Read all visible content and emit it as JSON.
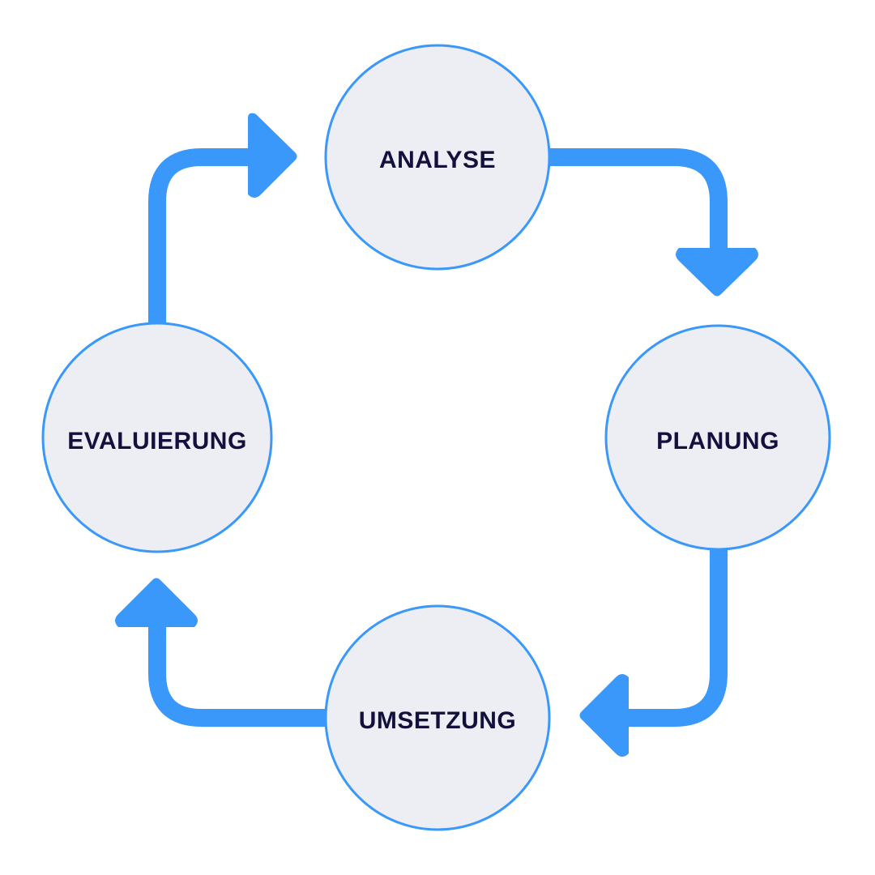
{
  "diagram": {
    "stages": [
      {
        "id": "analyse",
        "label": "ANALYSE"
      },
      {
        "id": "planung",
        "label": "PLANUNG"
      },
      {
        "id": "umsetzung",
        "label": "UMSETZUNG"
      },
      {
        "id": "evaluierung",
        "label": "EVALUIERUNG"
      }
    ],
    "flow": [
      {
        "from": "analyse",
        "to": "planung"
      },
      {
        "from": "planung",
        "to": "umsetzung"
      },
      {
        "from": "umsetzung",
        "to": "evaluierung"
      },
      {
        "from": "evaluierung",
        "to": "analyse"
      }
    ],
    "colors": {
      "arrow": "#3a98fb",
      "circle_fill": "#eceef4",
      "circle_stroke": "#3a98fb",
      "label_text": "#14103d",
      "background": "#ffffff"
    }
  }
}
